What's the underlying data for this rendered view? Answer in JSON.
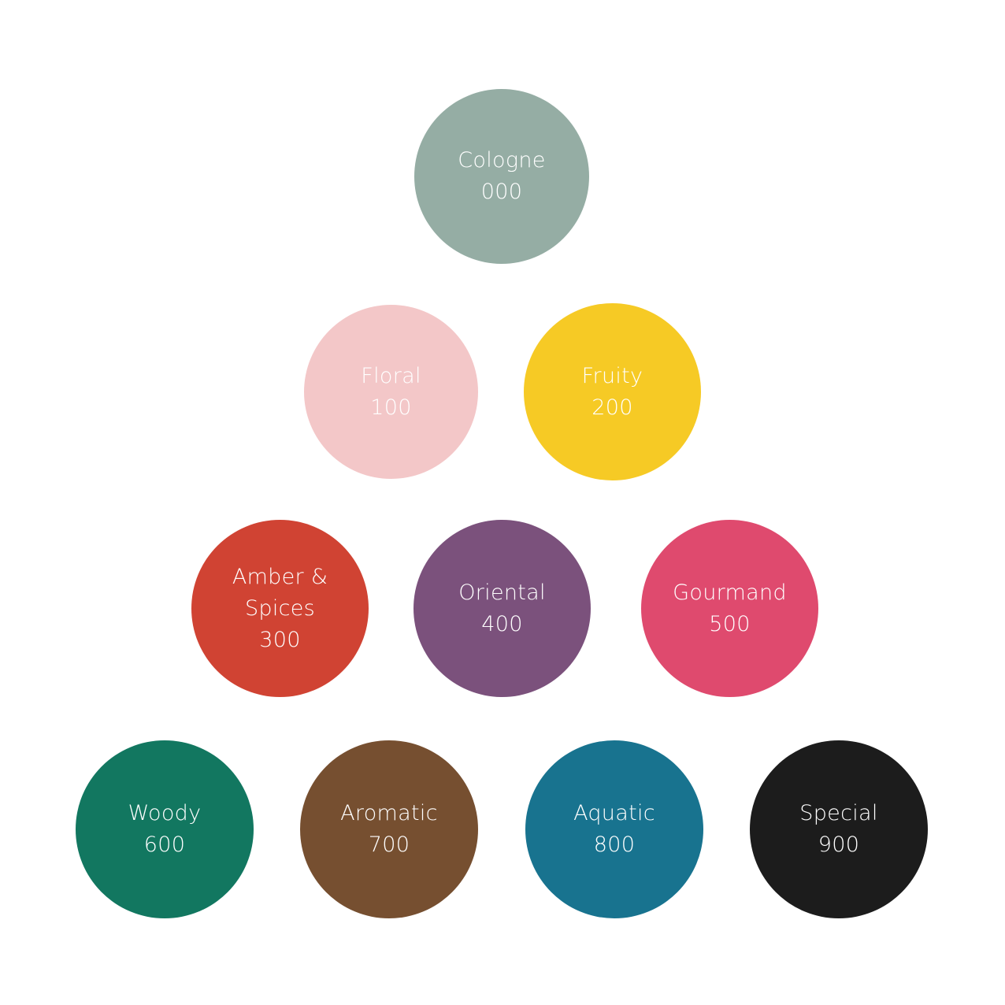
{
  "families": [
    {
      "id": "cologne",
      "name_lines": [
        "Cologne"
      ],
      "code": "000",
      "color": "#95ada4"
    },
    {
      "id": "floral",
      "name_lines": [
        "Floral"
      ],
      "code": "100",
      "color": "#f3c7c8"
    },
    {
      "id": "fruity",
      "name_lines": [
        "Fruity"
      ],
      "code": "200",
      "color": "#f6ca25"
    },
    {
      "id": "amber-spices",
      "name_lines": [
        "Amber &",
        "Spices"
      ],
      "code": "300",
      "color": "#d04333"
    },
    {
      "id": "oriental",
      "name_lines": [
        "Oriental"
      ],
      "code": "400",
      "color": "#7b517c"
    },
    {
      "id": "gourmand",
      "name_lines": [
        "Gourmand"
      ],
      "code": "500",
      "color": "#df4a6e"
    },
    {
      "id": "woody",
      "name_lines": [
        "Woody"
      ],
      "code": "600",
      "color": "#127760"
    },
    {
      "id": "aromatic",
      "name_lines": [
        "Aromatic"
      ],
      "code": "700",
      "color": "#764f30"
    },
    {
      "id": "aquatic",
      "name_lines": [
        "Aquatic"
      ],
      "code": "800",
      "color": "#18738f"
    },
    {
      "id": "special",
      "name_lines": [
        "Special"
      ],
      "code": "900",
      "color": "#1c1c1c"
    }
  ]
}
